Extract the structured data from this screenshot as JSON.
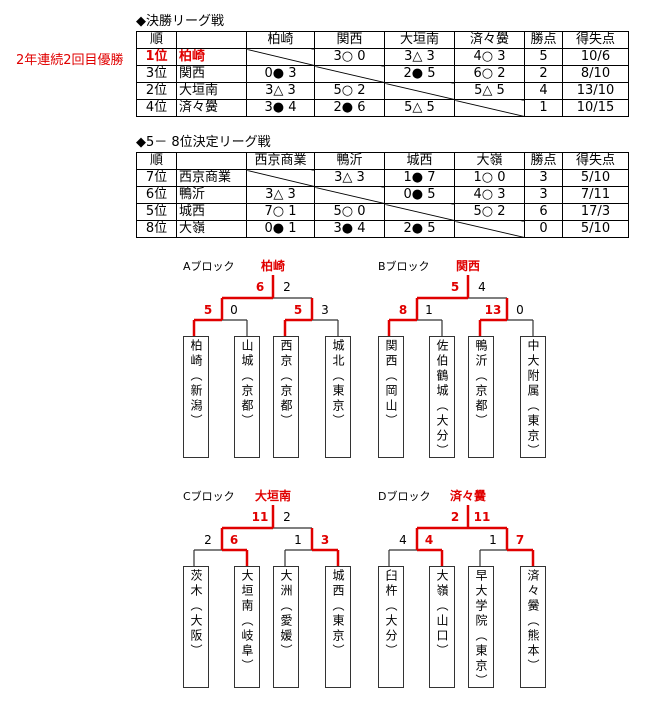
{
  "final_league": {
    "title": "◆決勝リーグ戦",
    "champion_note": "2年連続2回目優勝",
    "headers": [
      "順",
      "",
      "柏崎",
      "関西",
      "大垣南",
      "済々黌",
      "勝点",
      "得失点"
    ],
    "rows": [
      {
        "rank": "1位",
        "team": "柏崎",
        "results": [
          "",
          "3○ 0",
          "3△ 3",
          "4○ 3"
        ],
        "points": "5",
        "score": "10/6"
      },
      {
        "rank": "3位",
        "team": "関西",
        "results": [
          "0● 3",
          "",
          "2● 5",
          "6○ 2"
        ],
        "points": "2",
        "score": "8/10"
      },
      {
        "rank": "2位",
        "team": "大垣南",
        "results": [
          "3△ 3",
          "5○ 2",
          "",
          "5△ 5"
        ],
        "points": "4",
        "score": "13/10"
      },
      {
        "rank": "4位",
        "team": "済々黌",
        "results": [
          "3● 4",
          "2● 6",
          "5△ 5",
          ""
        ],
        "points": "1",
        "score": "10/15"
      }
    ]
  },
  "placement_league": {
    "title": "◆5－ 8位決定リーグ戦",
    "headers": [
      "順",
      "",
      "西京商業",
      "鴨沂",
      "城西",
      "大嶺",
      "勝点",
      "得失点"
    ],
    "rows": [
      {
        "rank": "7位",
        "team": "西京商業",
        "results": [
          "",
          "3△ 3",
          "1● 7",
          "1○ 0"
        ],
        "points": "3",
        "score": "5/10"
      },
      {
        "rank": "6位",
        "team": "鴨沂",
        "results": [
          "3△ 3",
          "",
          "0● 5",
          "4○ 3"
        ],
        "points": "3",
        "score": "7/11"
      },
      {
        "rank": "5位",
        "team": "城西",
        "results": [
          "7○ 1",
          "5○ 0",
          "",
          "5○ 2"
        ],
        "points": "6",
        "score": "17/3"
      },
      {
        "rank": "8位",
        "team": "大嶺",
        "results": [
          "0● 1",
          "3● 4",
          "2● 5",
          ""
        ],
        "points": "0",
        "score": "5/10"
      }
    ]
  },
  "blocks": [
    {
      "label": "Aブロック",
      "winner": "柏崎",
      "final_scores": [
        "6",
        "2"
      ],
      "semi_scores": [
        "5",
        "0",
        "5",
        "3"
      ],
      "teams": [
        "柏崎（新潟）",
        "山城（京都）",
        "西京（京都）",
        "城北（東京）"
      ]
    },
    {
      "label": "Bブロック",
      "winner": "関西",
      "final_scores": [
        "5",
        "4"
      ],
      "semi_scores": [
        "8",
        "1",
        "13",
        "0"
      ],
      "teams": [
        "関西（岡山）",
        "佐伯鶴城（大分）",
        "鴨沂（京都）",
        "中大附属（東京）"
      ]
    },
    {
      "label": "Cブロック",
      "winner": "大垣南",
      "final_scores": [
        "11",
        "2"
      ],
      "semi_scores": [
        "2",
        "6",
        "1",
        "3"
      ],
      "teams": [
        "茨木（大阪）",
        "大垣南（岐阜）",
        "大洲（愛媛）",
        "城西（東京）"
      ]
    },
    {
      "label": "Dブロック",
      "winner": "済々黌",
      "final_scores": [
        "2",
        "11"
      ],
      "semi_scores": [
        "4",
        "4",
        "1",
        "7"
      ],
      "teams": [
        "臼杵（大分）",
        "大嶺（山口）",
        "早大学院（東京）",
        "済々黌（熊本）"
      ]
    }
  ],
  "colors": {
    "highlight": "#e00000",
    "line": "#333333"
  }
}
